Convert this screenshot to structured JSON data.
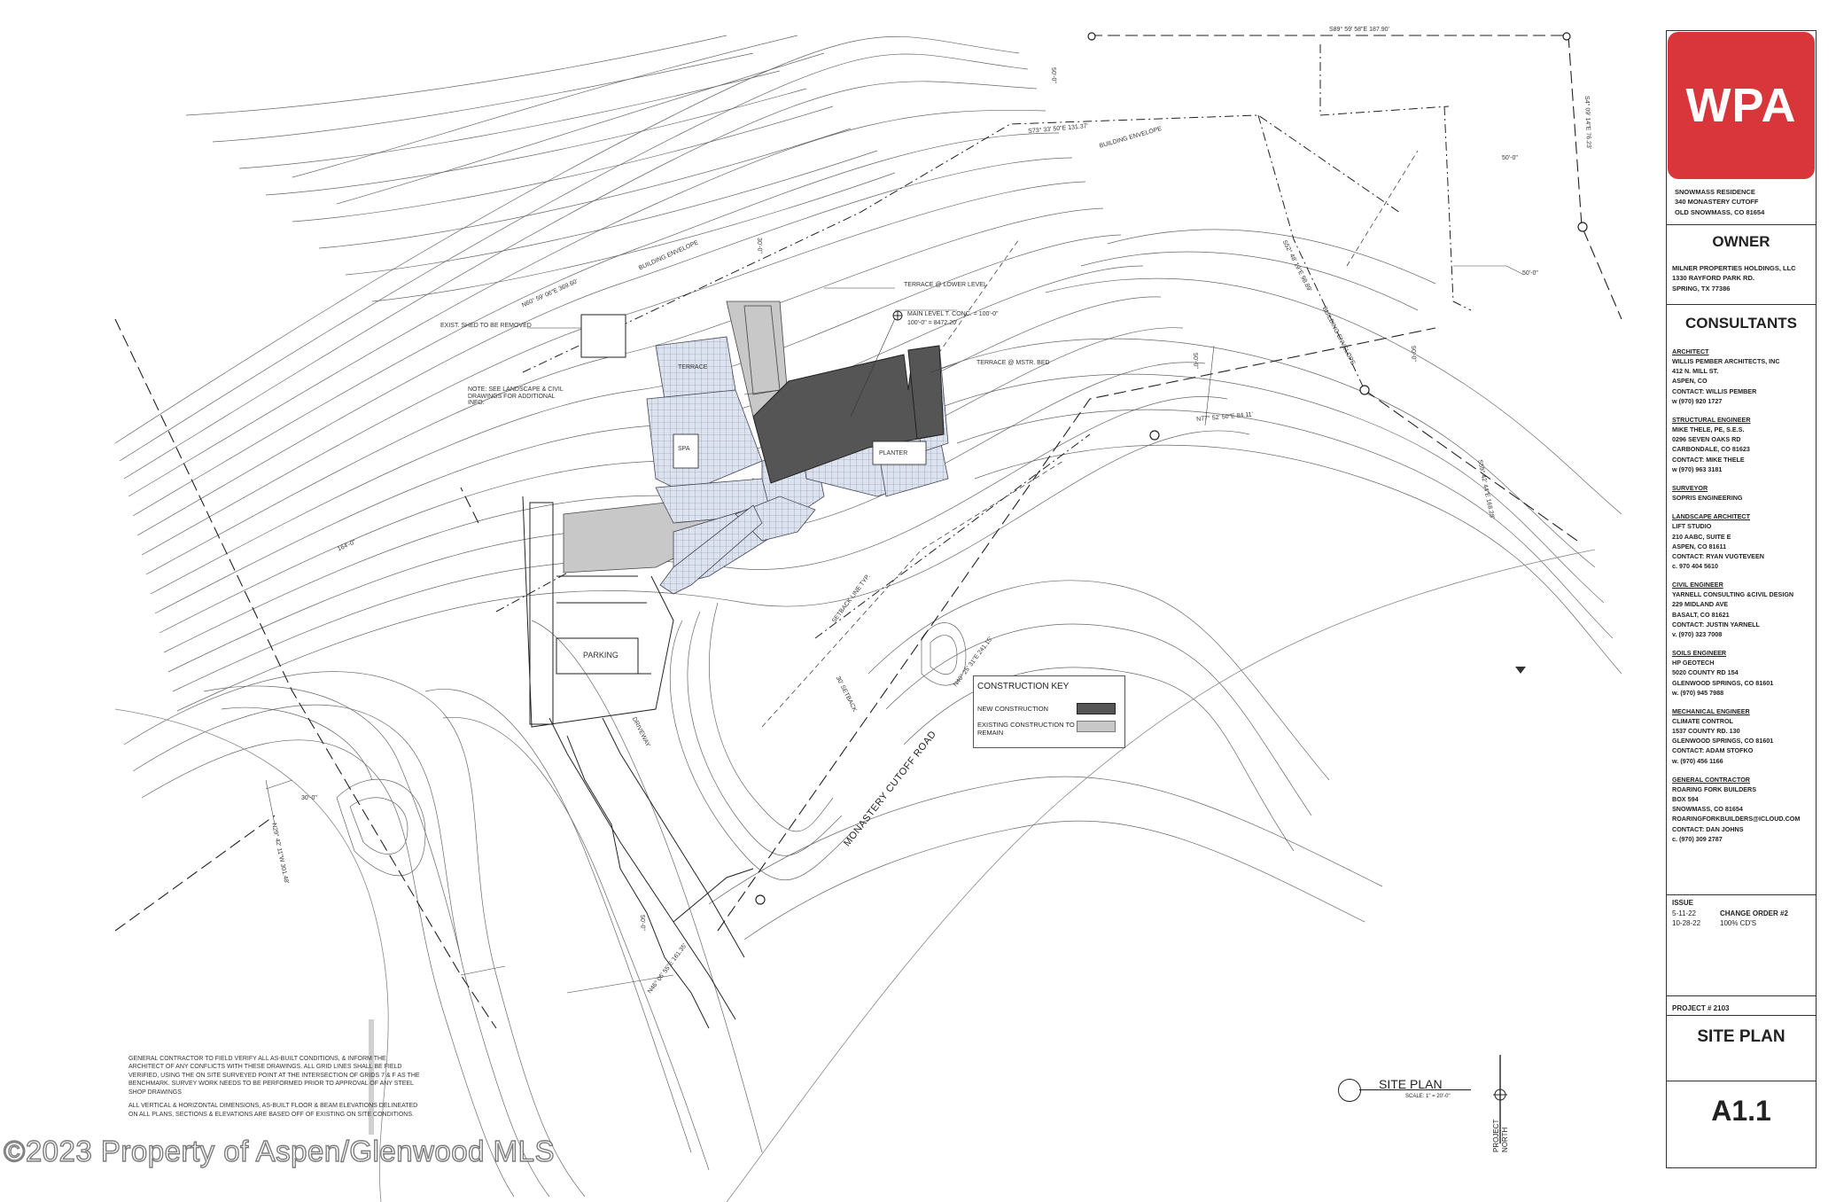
{
  "plan": {
    "building_envelope_label_1": "BUILDING ENVELOPE",
    "building_envelope_label_2": "BUILDING ENVELOPE",
    "building_envelope_label_3": "BUILDING ENVELOPE",
    "shed_note": "EXIST. SHED TO BE REMOVED",
    "landscape_note": "NOTE: SEE LANDSCAPE & CIVIL DRAWINGS FOR ADDITIONAL INFO.",
    "terrace_lower": "TERRACE @ LOWER LEVEL",
    "terrace_mstr": "TERRACE @ MSTR. BED",
    "main_level_1": "MAIN LEVEL T. CONC. = 100'-0\"",
    "main_level_2": "100'-0\" = 8472.20'",
    "spa": "SPA",
    "terrace": "TERRACE",
    "planter": "PLANTER",
    "parking": "PARKING",
    "driveway": "DRIVEWAY",
    "setback_line": "SETBACK LINE TYP.",
    "setback_30": "30' SETBACK",
    "road": "MONASTERY CUTOFF ROAD",
    "bearing_top": "S89° 59' 58\"E   187.90'",
    "bearing_envelope_1": "N60° 59' 06\"E   369.60'",
    "bearing_envelope_2": "S73° 33' 50\"E   131.37'",
    "bearing_envelope_3": "S52° 48' 19\"E   98.89'",
    "bearing_mid": "N77° 52' 50\"E   84.11'",
    "bearing_right": "S59° 42' 44\"E   168.28'",
    "bearing_road": "N40° 25' 31\"E   241.15'",
    "bearing_left": "N29° 42' 11\"W   301.48'",
    "bearing_bottom": "N46° 06' 55\"E   161.35'",
    "bearing_east": "S4° 09' 14\"E   76.23'",
    "dim_50a": "50'-0\"",
    "dim_50b": "50'-0\"",
    "dim_50c": "50'-0\"",
    "dim_50d": "50'-0\"",
    "dim_30": "30'-0\"",
    "dim_164": "164'-0\"",
    "dim_30b": "30'-0\"",
    "dim_50e": "50'-0\"",
    "dim_50f": "50'-0\""
  },
  "construction_key": {
    "title": "CONSTRUCTION KEY",
    "new_label": "NEW CONSTRUCTION",
    "existing_label": "EXISTING CONSTRUCTION TO REMAIN",
    "new_color": "#555555",
    "existing_color": "#c8c8c8"
  },
  "general_notes": {
    "note_1": "GENERAL CONTRACTOR TO FIELD VERIFY ALL AS-BUILT CONDITIONS, & INFORM THE ARCHITECT OF ANY CONFLICTS WITH THESE DRAWINGS. ALL GRID LINES SHALL BE FIELD VERIFIED, USING THE ON SITE SURVEYED POINT AT THE INTERSECTION OF GRIDS 7 & F AS THE BENCHMARK. SURVEY WORK NEEDS TO BE PERFORMED PRIOR TO APPROVAL OF ANY STEEL SHOP DRAWINGS",
    "note_2": "ALL VERTICAL & HORIZONTAL DIMENSIONS, AS-BUILT FLOOR & BEAM ELEVATIONS DELINEATED ON ALL PLANS, SECTIONS & ELEVATIONS ARE BASED OFF OF EXISTING ON SITE CONDITIONS."
  },
  "drawing_tag": {
    "title": "SITE PLAN",
    "scale": "SCALE: 1\" = 20'-0\""
  },
  "north_arrow": {
    "label_1": "PROJECT",
    "label_2": "NORTH"
  },
  "watermark": "©2023 Property of Aspen/Glenwood MLS",
  "title_block": {
    "logo_text": "WPA",
    "logo_color": "#d8363a",
    "project_name": "SNOWMASS RESIDENCE",
    "project_address_1": "340 MONASTERY CUTOFF",
    "project_address_2": "OLD SNOWMASS, CO 81654",
    "owner_heading": "OWNER",
    "owner_name": "MILNER PROPERTIES HOLDINGS, LLC",
    "owner_address_1": "1330 RAYFORD PARK RD.",
    "owner_address_2": "SPRING, TX  77386",
    "consultants_heading": "CONSULTANTS",
    "consultants": [
      {
        "role": "ARCHITECT",
        "lines": [
          "WILLIS PEMBER ARCHITECTS, INC",
          "412 N. MILL ST.",
          "ASPEN, CO",
          "CONTACT: WILLIS PEMBER",
          "w (970) 920 1727"
        ]
      },
      {
        "role": "STRUCTURAL ENGINEER",
        "lines": [
          "MIKE THELE, PE, S.E.S.",
          "0296 SEVEN OAKS RD",
          "CARBONDALE, CO 81623",
          "CONTACT: MIKE THELE",
          "w (970) 963 3181"
        ]
      },
      {
        "role": "SURVEYOR",
        "lines": [
          "SOPRIS ENGINEERING"
        ]
      },
      {
        "role": "LANDSCAPE ARCHITECT",
        "lines": [
          "LIFT STUDIO",
          "210 AABC, SUITE E",
          "ASPEN, CO 81611",
          "CONTACT: RYAN VUGTEVEEN",
          "c. 970 404 5610"
        ]
      },
      {
        "role": "CIVIL ENGINEER",
        "lines": [
          "YARNELL CONSULTING &CIVIL DESIGN",
          "229 MIDLAND AVE",
          "BASALT, CO 81621",
          "CONTACT: JUSTIN YARNELL",
          "v. (970) 323 7008"
        ]
      },
      {
        "role": "SOILS ENGINEER",
        "lines": [
          "HP GEOTECH",
          "5020 COUNTY RD 154",
          "GLENWOOD SPRINGS, CO 81601",
          "w. (970) 945 7988"
        ]
      },
      {
        "role": "MECHANICAL ENGINEER",
        "lines": [
          "CLIMATE CONTROL",
          "1537 COUNTY RD. 130",
          "GLENWOOD SPRINGS, CO 81601",
          "CONTACT: ADAM STOFKO",
          "w. (970) 456 1166"
        ]
      },
      {
        "role": "GENERAL CONTRACTOR",
        "lines": [
          "ROARING FORK BUILDERS",
          "BOX 594",
          "SNOWMASS, CO 81654",
          "ROARINGFORKBUILDERS@ICLOUD.COM",
          "CONTACT: DAN JOHNS",
          "c. (970) 309 2787"
        ]
      }
    ],
    "issue_heading": "ISSUE",
    "issues": [
      {
        "date": "5-11-22",
        "desc": "CHANGE ORDER #2"
      },
      {
        "date": "10-28-22",
        "desc": "100% CD'S"
      }
    ],
    "project_number": "PROJECT # 2103",
    "sheet_title": "SITE PLAN",
    "sheet_number": "A1.1"
  }
}
